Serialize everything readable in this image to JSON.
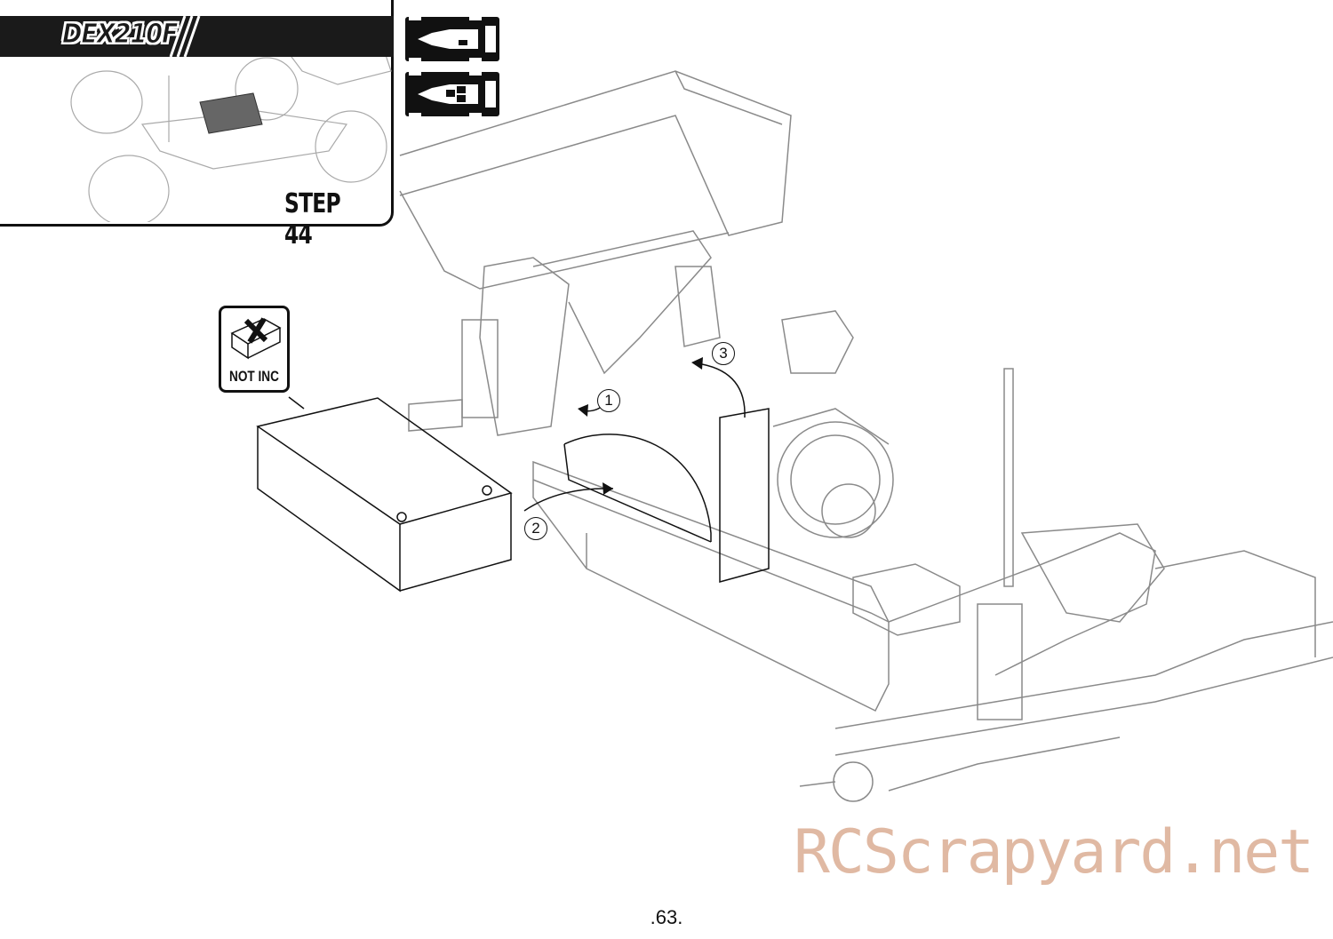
{
  "header": {
    "brand_logo": "DEX210F",
    "step_title": "STEP 44"
  },
  "not_included_badge": {
    "label": "NOT INC"
  },
  "callouts": [
    "1",
    "2",
    "3"
  ],
  "watermark": "RCScrapyard.net",
  "page_number": ".63."
}
